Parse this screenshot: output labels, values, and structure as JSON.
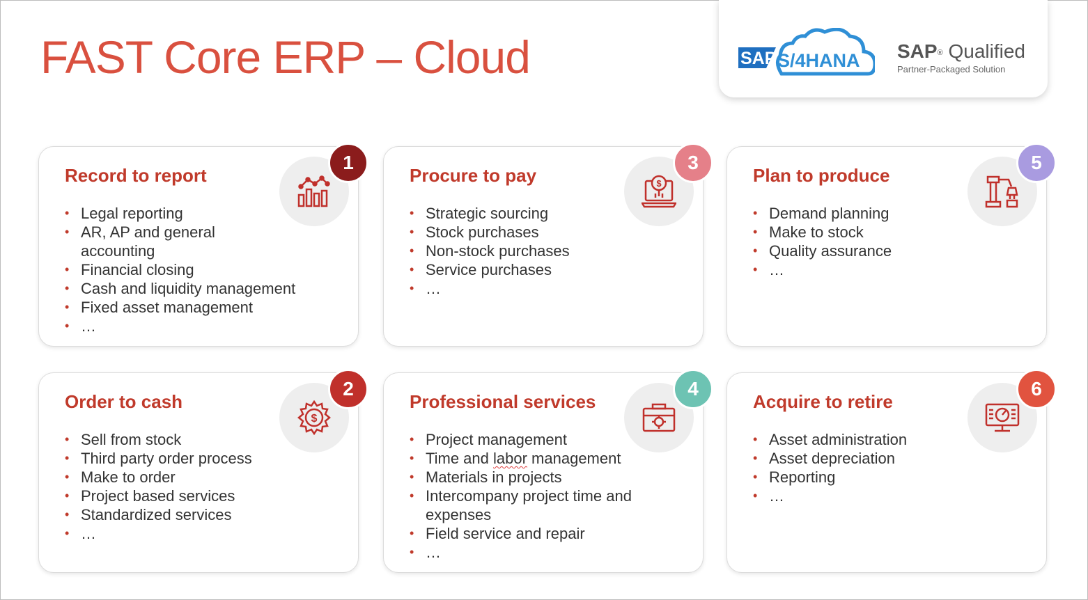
{
  "title": "FAST Core ERP – Cloud",
  "logos": {
    "sap_text": "SAP",
    "hana_text": "S/4HANA",
    "qualified_brand": "SAP",
    "qualified_reg": "®",
    "qualified_word": "Qualified",
    "qualified_sub": "Partner-Packaged Solution"
  },
  "colors": {
    "title": "#d9503f",
    "card_title": "#c03a2b",
    "badge1": "#8b1c1c",
    "badge2": "#c0302b",
    "badge3": "#e58089",
    "badge4": "#6dc3b3",
    "badge5": "#a99be0",
    "badge6": "#e1533f"
  },
  "cards": [
    {
      "number": "1",
      "title": "Record to report",
      "icon": "bar-chart-icon",
      "items": [
        "Legal reporting",
        "AR, AP and general accounting",
        "Financial closing",
        "Cash and liquidity management",
        "Fixed asset management",
        "…"
      ]
    },
    {
      "number": "2",
      "title": "Order to cash",
      "icon": "dollar-gear-icon",
      "items": [
        "Sell from stock",
        "Third party order process",
        "Make to order",
        "Project based services",
        "Standardized services",
        "…"
      ]
    },
    {
      "number": "3",
      "title": "Procure to pay",
      "icon": "laptop-dollar-icon",
      "items": [
        "Strategic sourcing",
        "Stock purchases",
        "Non-stock purchases",
        "Service purchases",
        "…"
      ]
    },
    {
      "number": "4",
      "title": "Professional services",
      "icon": "toolbox-gear-icon",
      "items_pre": [
        "Project management"
      ],
      "item_time_a": "Time and ",
      "item_time_b": "labor",
      "item_time_c": " management",
      "items_post": [
        "Materials in projects",
        "Intercompany project time and expenses",
        "Field service and repair",
        "…"
      ]
    },
    {
      "number": "5",
      "title": "Plan to produce",
      "icon": "robot-arm-icon",
      "items": [
        "Demand planning",
        "Make to stock",
        "Quality assurance",
        "…"
      ]
    },
    {
      "number": "6",
      "title": "Acquire to retire",
      "icon": "monitor-dashboard-icon",
      "items": [
        "Asset administration",
        "Asset depreciation",
        "Reporting",
        "…"
      ]
    }
  ]
}
